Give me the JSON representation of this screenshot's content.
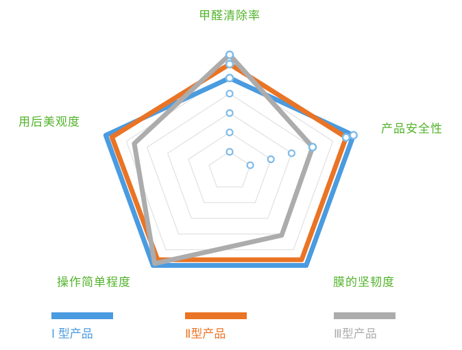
{
  "chart_data": {
    "type": "radar",
    "axes": [
      "甲醛清除率",
      "产品安全性",
      "膜的坚韧度",
      "操作简单程度",
      "用后美观度"
    ],
    "axis_label_color": "#53b32b",
    "grid": {
      "levels": 5,
      "divisions": 6,
      "color": "#e4e4e4"
    },
    "marker": {
      "stroke": "#7fbbe8",
      "fill": "#ffffff"
    },
    "max": 1.0,
    "series": [
      {
        "name": "Ⅰ 型产品",
        "color": "#4a9be0",
        "values": [
          0.8,
          1.0,
          1.0,
          1.0,
          1.0
        ]
      },
      {
        "name": "Ⅱ型产品",
        "color": "#ea7425",
        "values": [
          0.92,
          0.94,
          0.94,
          0.94,
          0.95
        ]
      },
      {
        "name": "Ⅲ型产品",
        "color": "#acacac",
        "values": [
          1.0,
          0.67,
          0.68,
          0.98,
          0.77
        ]
      }
    ],
    "legend_position": "bottom"
  }
}
